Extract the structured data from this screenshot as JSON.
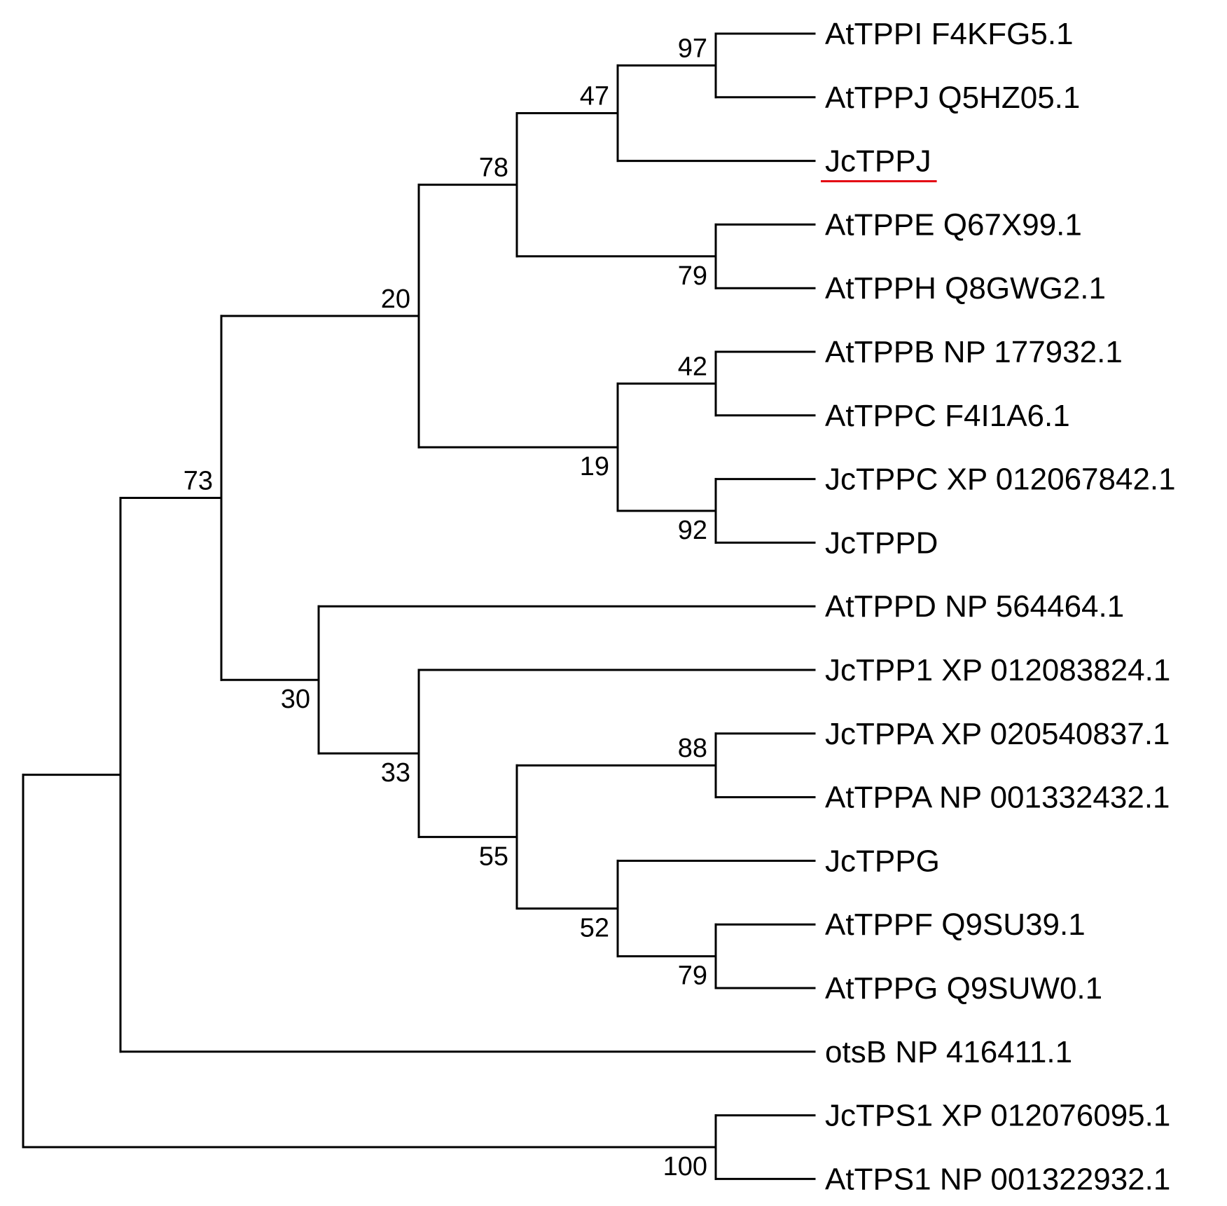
{
  "tree": {
    "highlight_color": "#e3000f",
    "line_color": "#000000",
    "taxa": [
      {
        "id": "t1",
        "label": "AtTPPI F4KFG5.1"
      },
      {
        "id": "t2",
        "label": "AtTPPJ Q5HZ05.1"
      },
      {
        "id": "t3",
        "label": "JcTPPJ",
        "highlight": true
      },
      {
        "id": "t4",
        "label": "AtTPPE Q67X99.1"
      },
      {
        "id": "t5",
        "label": "AtTPPH Q8GWG2.1"
      },
      {
        "id": "t6",
        "label": "AtTPPB NP 177932.1"
      },
      {
        "id": "t7",
        "label": "AtTPPC F4I1A6.1"
      },
      {
        "id": "t8",
        "label": "JcTPPC XP 012067842.1"
      },
      {
        "id": "t9",
        "label": "JcTPPD"
      },
      {
        "id": "t10",
        "label": "AtTPPD NP 564464.1"
      },
      {
        "id": "t11",
        "label": "JcTPP1 XP 012083824.1"
      },
      {
        "id": "t12",
        "label": "JcTPPA XP 020540837.1"
      },
      {
        "id": "t13",
        "label": "AtTPPA NP 001332432.1"
      },
      {
        "id": "t14",
        "label": "JcTPPG"
      },
      {
        "id": "t15",
        "label": "AtTPPF Q9SU39.1"
      },
      {
        "id": "t16",
        "label": "AtTPPG Q9SUW0.1"
      },
      {
        "id": "t17",
        "label": "otsB NP 416411.1"
      },
      {
        "id": "t18",
        "label": "JcTPS1 XP 012076095.1"
      },
      {
        "id": "t19",
        "label": "AtTPS1 NP 001322932.1"
      }
    ],
    "nodes": [
      {
        "id": "n_IJ",
        "children": [
          "t1",
          "t2"
        ],
        "support": "97"
      },
      {
        "id": "n_IJJ",
        "children": [
          "n_IJ",
          "t3"
        ],
        "support": "47"
      },
      {
        "id": "n_EH",
        "children": [
          "t4",
          "t5"
        ],
        "support": "79"
      },
      {
        "id": "n_78",
        "children": [
          "n_IJJ",
          "n_EH"
        ],
        "support": "78"
      },
      {
        "id": "n_BC",
        "children": [
          "t6",
          "t7"
        ],
        "support": "42"
      },
      {
        "id": "n_CD",
        "children": [
          "t8",
          "t9"
        ],
        "support": "92"
      },
      {
        "id": "n_19",
        "children": [
          "n_BC",
          "n_CD"
        ],
        "support": "19"
      },
      {
        "id": "n_20",
        "children": [
          "n_78",
          "n_19"
        ],
        "support": "20"
      },
      {
        "id": "n_AA",
        "children": [
          "t12",
          "t13"
        ],
        "support": "88"
      },
      {
        "id": "n_FG",
        "children": [
          "t15",
          "t16"
        ],
        "support": "79"
      },
      {
        "id": "n_52",
        "children": [
          "t14",
          "n_FG"
        ],
        "support": "52"
      },
      {
        "id": "n_55",
        "children": [
          "n_AA",
          "n_52"
        ],
        "support": "55"
      },
      {
        "id": "n_33",
        "children": [
          "t11",
          "n_55"
        ],
        "support": "33"
      },
      {
        "id": "n_30",
        "children": [
          "t10",
          "n_33"
        ],
        "support": "30"
      },
      {
        "id": "n_73",
        "children": [
          "n_20",
          "n_30"
        ],
        "support": "73"
      },
      {
        "id": "n_tpp",
        "children": [
          "n_73",
          "t17"
        ],
        "support": ""
      },
      {
        "id": "n_tps",
        "children": [
          "t18",
          "t19"
        ],
        "support": "100"
      },
      {
        "id": "root",
        "children": [
          "n_tpp",
          "n_tps"
        ],
        "support": ""
      }
    ]
  }
}
